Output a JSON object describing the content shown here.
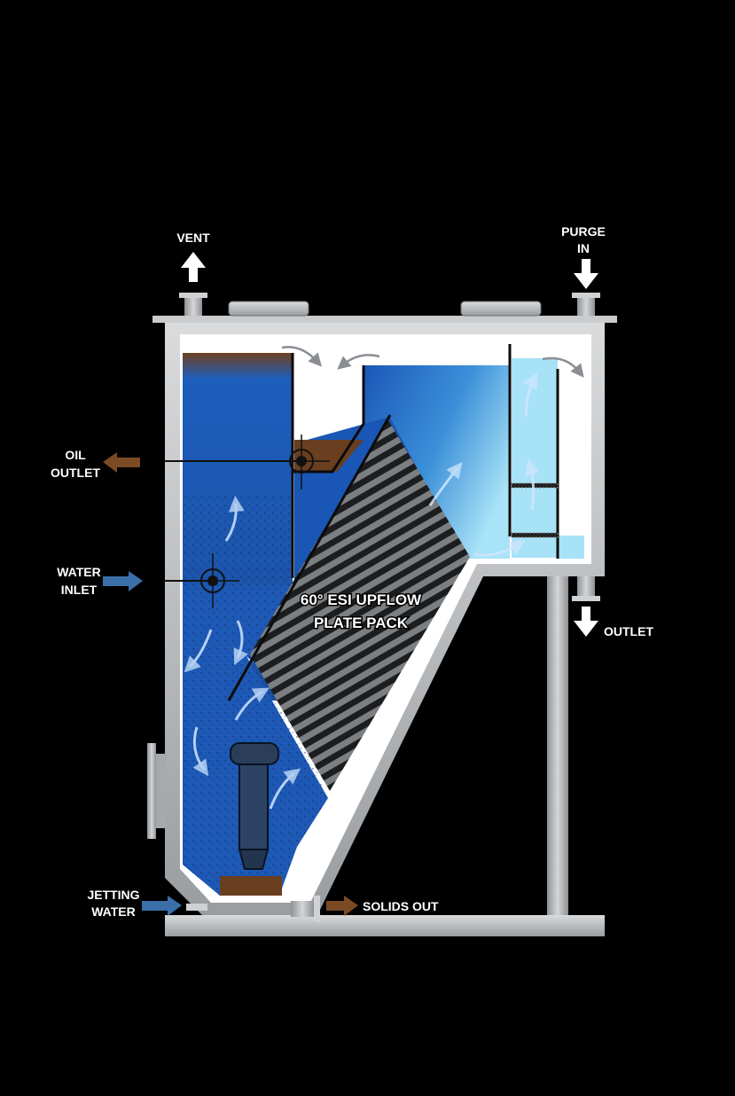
{
  "labels": {
    "vent": "VENT",
    "purge_line1": "PURGE",
    "purge_line2": "IN",
    "oil_line1": "OIL",
    "oil_line2": "OUTLET",
    "water_line1": "WATER",
    "water_line2": "INLET",
    "outlet": "OUTLET",
    "jetting_line1": "JETTING",
    "jetting_line2": "WATER",
    "solids_out": "SOLIDS OUT",
    "plate_line1": "60° ESI UPFLOW",
    "plate_line2": "PLATE PACK"
  },
  "colors": {
    "background": "#000000",
    "steel": "#b8babd",
    "water_dark": "#1f58b0",
    "water_light": "#a8e4f5",
    "oil": "#6b3f1e",
    "oil_arrow": "#7a4a24",
    "inlet_arrow": "#3a6fa8",
    "white_arrow": "#ffffff"
  }
}
